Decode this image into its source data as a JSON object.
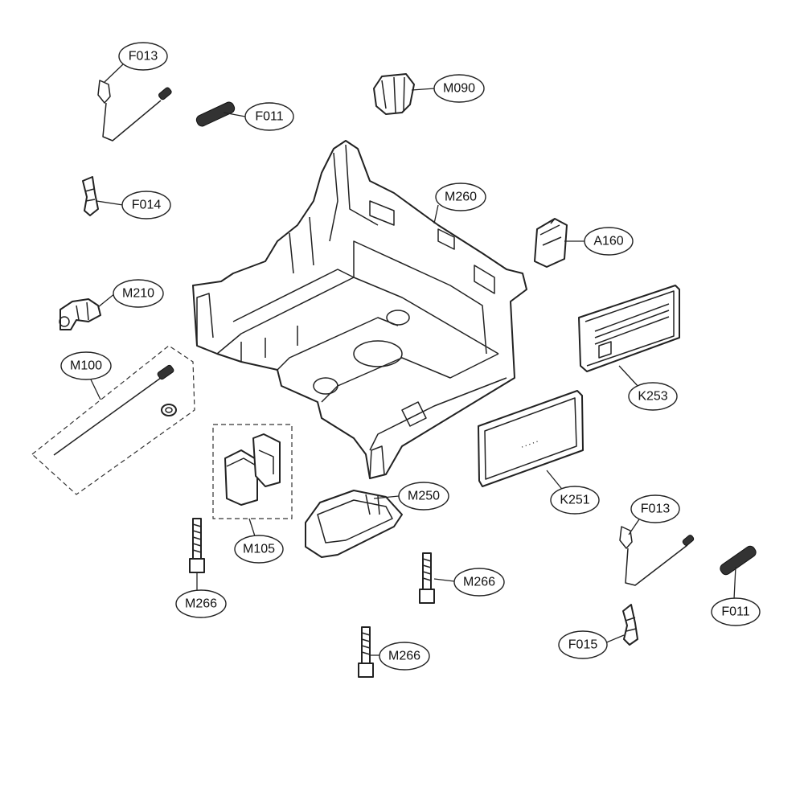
{
  "callouts": {
    "f013_top": "F013",
    "f011_top": "F011",
    "m090": "M090",
    "f014": "F014",
    "m260": "M260",
    "a160": "A160",
    "m210": "M210",
    "m100": "M100",
    "k253": "K253",
    "k251": "K251",
    "m250": "M250",
    "m105": "M105",
    "m266_left": "M266",
    "m266_mid": "M266",
    "m266_bottom": "M266",
    "f013_right": "F013",
    "f011_right": "F011",
    "f015": "F015"
  },
  "colors": {
    "line": "#222222",
    "background": "#ffffff"
  }
}
